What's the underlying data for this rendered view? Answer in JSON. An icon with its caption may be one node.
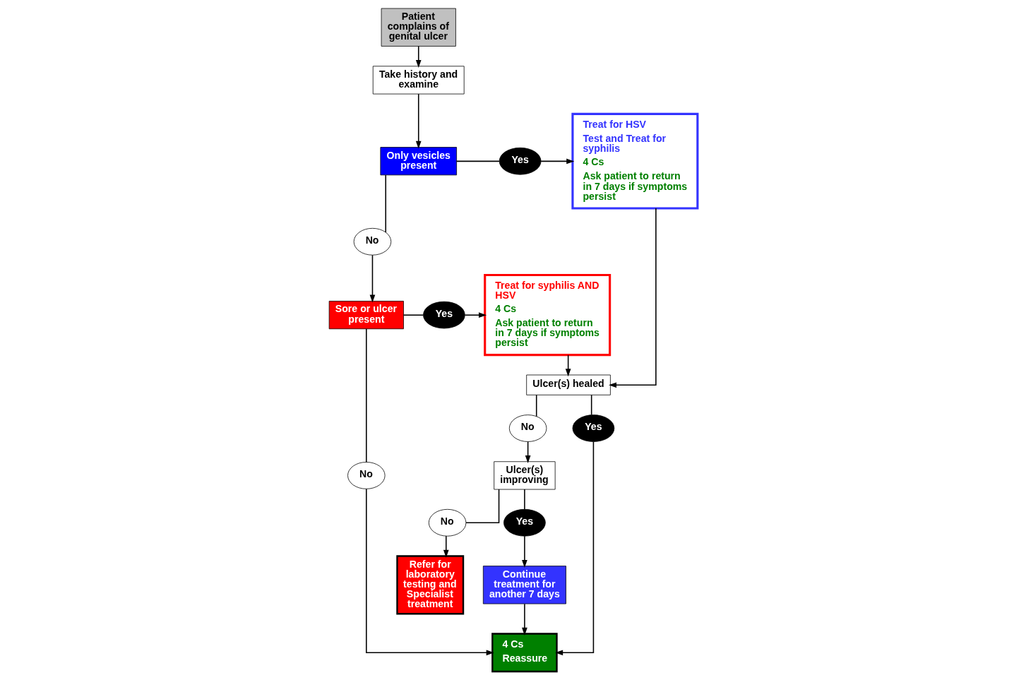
{
  "diagram": {
    "nodes": [
      {
        "text": [
          "Patient complains of genital ulcer"
        ]
      },
      {
        "text": [
          "Take history and examine"
        ]
      },
      {
        "text": [
          "Only vesicles present"
        ]
      },
      {
        "text": [
          "Yes"
        ]
      },
      {
        "text": [
          "Treat for HSV",
          "Test and Treat for syphilis",
          "4 Cs",
          "Ask patient to return in 7 days if symptoms persist"
        ]
      },
      {
        "text": [
          "No"
        ]
      },
      {
        "text": [
          "Sore or ulcer present"
        ]
      },
      {
        "text": [
          "Yes"
        ]
      },
      {
        "text": [
          "Treat for syphilis AND HSV",
          "4 Cs",
          "Ask patient to return in 7 days if symptoms persist"
        ]
      },
      {
        "text": [
          "No"
        ]
      },
      {
        "text": [
          "Ulcer(s) healed"
        ]
      },
      {
        "text": [
          "No"
        ]
      },
      {
        "text": [
          "Ulcer(s) improving"
        ]
      },
      {
        "text": [
          "Refer for laboratory testing and Specialist treatment"
        ]
      },
      {
        "text": [
          "No"
        ]
      },
      {
        "text": [
          "Yes"
        ]
      },
      {
        "text": [
          "Continue treatment for another 7 days"
        ]
      },
      {
        "text": [
          "Yes"
        ]
      },
      {
        "text": [
          "4 Cs",
          "Reassure"
        ]
      }
    ],
    "edges": [
      {
        "from": 0,
        "to": 1,
        "arrow": "to"
      },
      {
        "from": 1,
        "to": 2,
        "arrow": "to"
      },
      {
        "from": 2,
        "to": 3,
        "arrow": "none"
      },
      {
        "from": 3,
        "to": 4,
        "arrow": "to"
      },
      {
        "from": 2,
        "to": 5,
        "arrow": "none"
      },
      {
        "from": 5,
        "to": 6,
        "arrow": "to"
      },
      {
        "from": 6,
        "to": 7,
        "arrow": "none"
      },
      {
        "from": 7,
        "to": 8,
        "arrow": "to"
      },
      {
        "from": 6,
        "to": 9,
        "arrow": "none"
      },
      {
        "from": 9,
        "to": 18,
        "arrow": "to"
      },
      {
        "from": 4,
        "to": 10,
        "arrow": "to"
      },
      {
        "from": 8,
        "to": 10,
        "arrow": "to"
      },
      {
        "from": 10,
        "to": 11,
        "arrow": "none"
      },
      {
        "from": 11,
        "to": 12,
        "arrow": "to"
      },
      {
        "from": 10,
        "to": 17,
        "arrow": "none"
      },
      {
        "from": 17,
        "to": 18,
        "arrow": "to"
      },
      {
        "from": 12,
        "to": 14,
        "arrow": "none"
      },
      {
        "from": 14,
        "to": 13,
        "arrow": "to"
      },
      {
        "from": 12,
        "to": 15,
        "arrow": "none"
      },
      {
        "from": 15,
        "to": 16,
        "arrow": "to"
      },
      {
        "from": 16,
        "to": 18,
        "arrow": "to"
      }
    ]
  }
}
